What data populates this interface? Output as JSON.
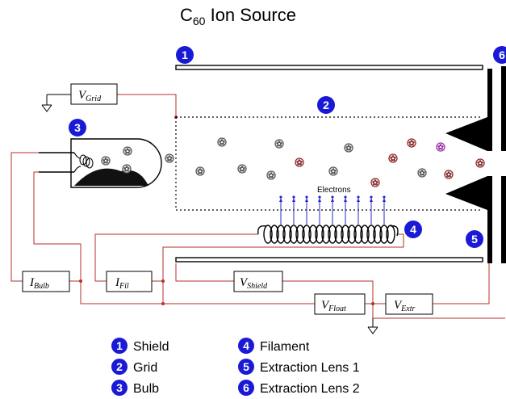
{
  "title": {
    "main": "C",
    "sub": "60",
    "rest": " Ion Source"
  },
  "electrons_label": "Electrons",
  "meters": {
    "v_grid": {
      "main": "V",
      "sub": "Grid"
    },
    "i_bulb": {
      "main": "I",
      "sub": "Bulb"
    },
    "i_fil": {
      "main": "I",
      "sub": "Fil"
    },
    "v_shield": {
      "main": "V",
      "sub": "Shield"
    },
    "v_float": {
      "main": "V",
      "sub": "Float"
    },
    "v_extr": {
      "main": "V",
      "sub": "Extr"
    }
  },
  "badges": [
    "1",
    "2",
    "3",
    "4",
    "5",
    "6"
  ],
  "legend": [
    {
      "num": "1",
      "label": "Shield"
    },
    {
      "num": "2",
      "label": "Grid"
    },
    {
      "num": "3",
      "label": "Bulb"
    },
    {
      "num": "4",
      "label": "Filament"
    },
    {
      "num": "5",
      "label": "Extraction Lens 1"
    },
    {
      "num": "6",
      "label": "Extraction Lens 2"
    }
  ],
  "colors": {
    "badge": "#1a1ad6",
    "wire": "#b5302a",
    "electron": "#2828c8",
    "ion_purple": "#9b2fa8",
    "ion_red": "#8a2a2a"
  }
}
